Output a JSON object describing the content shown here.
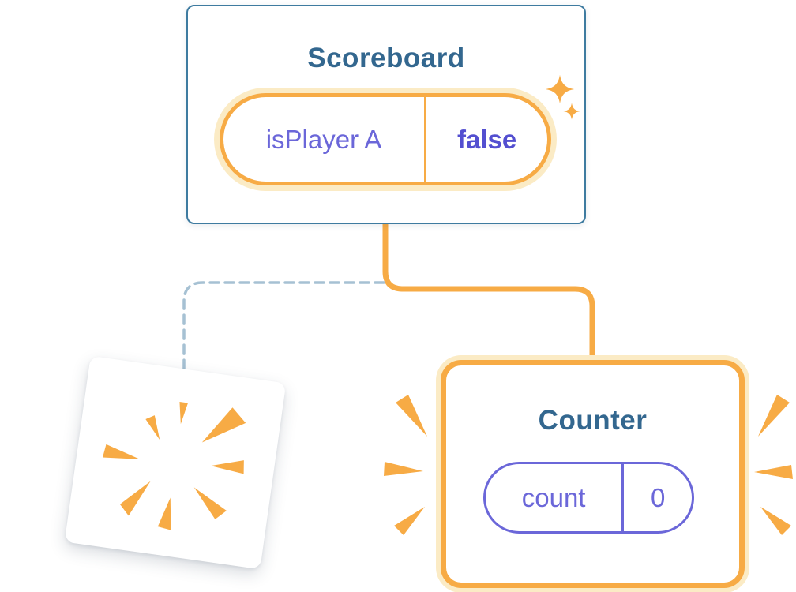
{
  "colors": {
    "orange": "#F7AB45",
    "orange_pale": "#FBEBC5",
    "blue_dark": "#33678F",
    "box_border": "#3E7BA0",
    "dashed_line": "#A6C1D3",
    "purple": "#6B67D9",
    "purple_strong": "#534FD0",
    "card_bg": "#FFFFFF"
  },
  "scoreboard": {
    "title": "Scoreboard",
    "state": {
      "label": "isPlayer A",
      "value": "false"
    }
  },
  "counter": {
    "title": "Counter",
    "state": {
      "label": "count",
      "value": "0"
    }
  },
  "icons": {
    "sparkle": "sparkle-icon",
    "poof": "poof-burst-icon",
    "emphasis": "emphasis-marks"
  }
}
